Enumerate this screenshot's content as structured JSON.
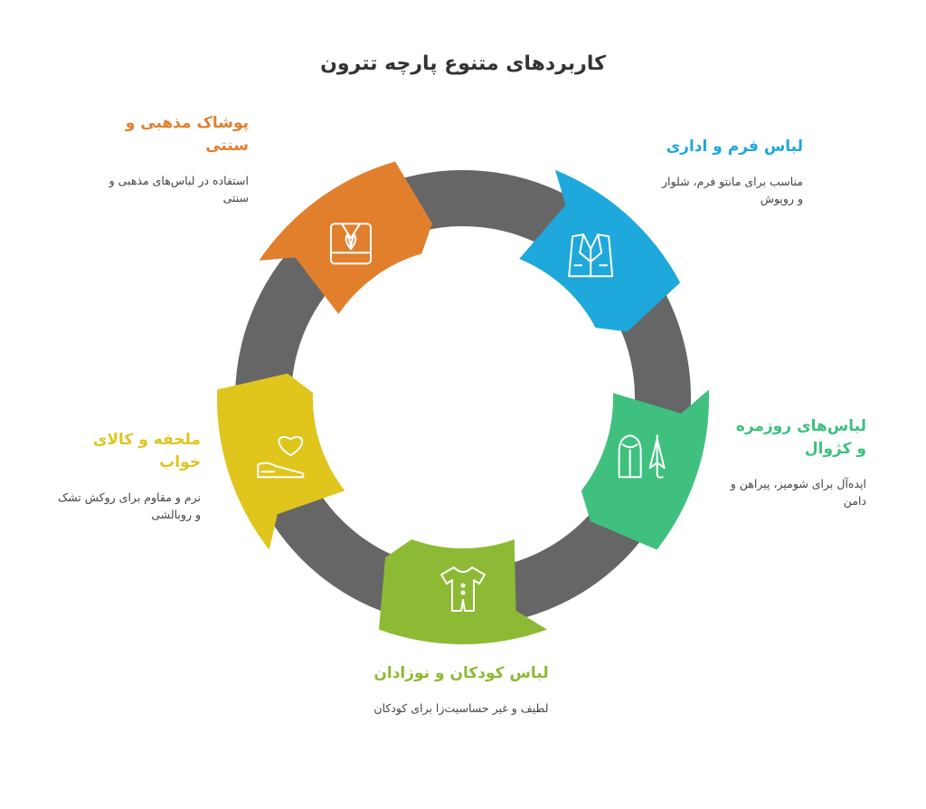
{
  "title": "کاربردهای متنوع پارچه تترون",
  "colors": {
    "ring": "#666666",
    "formal": "#1ea8dc",
    "daily": "#3fc07f",
    "kids": "#8dba34",
    "bedding": "#dfc51c",
    "religious": "#e27f2d"
  },
  "items": [
    {
      "key": "formal",
      "heading": "لباس فرم و اداری",
      "description": "مناسب برای مانتو فرم، شلوار و روپوش",
      "icon": "suit-jacket-icon"
    },
    {
      "key": "daily",
      "heading": "لباس‌های روزمره و کژوال",
      "description": "ایده‌آل برای شومیز، پیراهن و دامن",
      "icon": "raincoat-umbrella-icon"
    },
    {
      "key": "kids",
      "heading": "لباس کودکان و نوزادان",
      "description": "لطیف و غیر حساسیت‌زا برای کودکان",
      "icon": "baby-onesie-icon"
    },
    {
      "key": "bedding",
      "heading": "ملحفه و کالای خواب",
      "description": "نرم و مقاوم برای روکش تشک و روبالشی",
      "icon": "heart-pillow-icon"
    },
    {
      "key": "religious",
      "heading": "پوشاک مذهبی و سنتی",
      "description": "استفاده در لباس‌های مذهبی و سنتی",
      "icon": "traditional-garment-icon"
    }
  ]
}
